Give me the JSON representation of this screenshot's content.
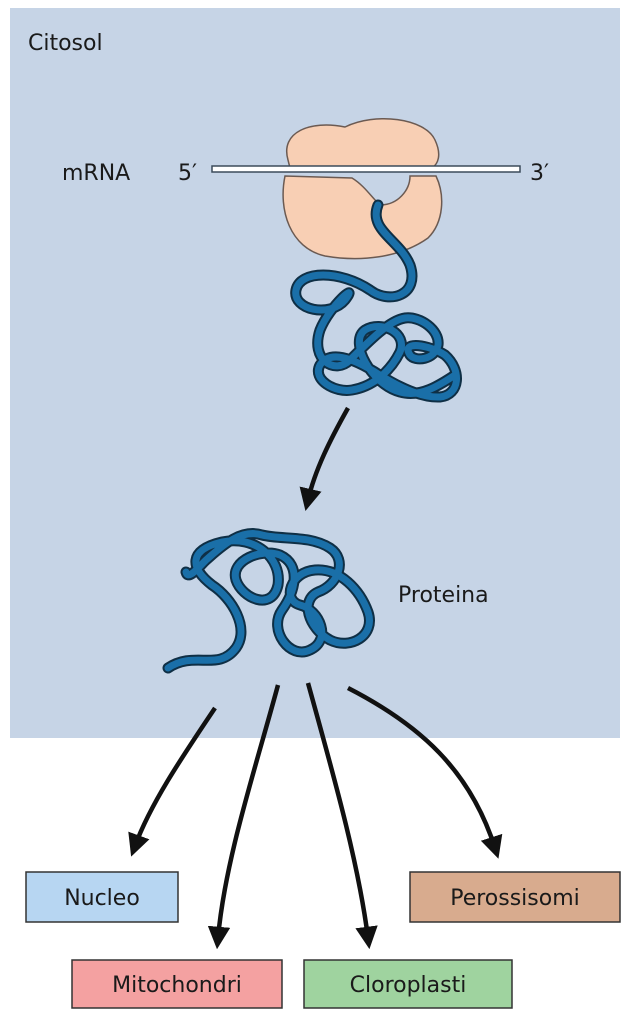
{
  "cytosol": {
    "label": "Citosol",
    "fill": "#c6d4e6"
  },
  "mrna": {
    "label": "mRNA",
    "end5": "5′",
    "end3": "3′"
  },
  "protein": {
    "label": "Proteina",
    "color": "#1a6fa8"
  },
  "ribosome": {
    "color": "#f8cfb4"
  },
  "destinations": {
    "nucleus": {
      "label": "Nucleo",
      "fill": "#b7d6f2"
    },
    "mitochondria": {
      "label": "Mitochondri",
      "fill": "#f4a1a1"
    },
    "chloroplasts": {
      "label": "Cloroplasti",
      "fill": "#9fd39f"
    },
    "peroxisomes": {
      "label": "Perossisomi",
      "fill": "#d8ab8e"
    }
  }
}
